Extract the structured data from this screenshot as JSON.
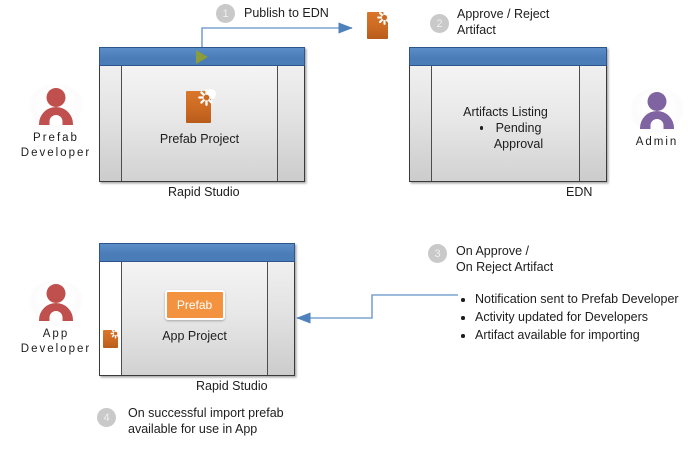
{
  "diagram": {
    "title": "Prefab publish and import workflow",
    "colors": {
      "titlebar_blue": "#4a7cb8",
      "titlebar_border": "#2f568c",
      "artifact_orange": "#cc6a22",
      "prefab_badge_orange": "#f4933f",
      "actor_red": "#c0504d",
      "actor_purple": "#8064a2",
      "arrow_blue": "#4f81bd",
      "play_green": "#8b9c3a",
      "step_circle_gray": "#c9c9c9"
    }
  },
  "actors": [
    {
      "id": "prefab-developer",
      "label": "Prefab\nDeveloper",
      "color": "#c0504d",
      "icon": "person-icon"
    },
    {
      "id": "app-developer",
      "label": "App\nDeveloper",
      "color": "#c0504d",
      "icon": "person-icon"
    },
    {
      "id": "admin",
      "label": "Admin",
      "color": "#8064a2",
      "icon": "person-icon"
    }
  ],
  "panels": [
    {
      "id": "prefab-project",
      "body_text": "Prefab Project",
      "caption": "Rapid Studio",
      "titlebar_icon": "play-icon",
      "content_icon": "artifact-icon"
    },
    {
      "id": "edn",
      "body_text": "Artifacts Listing",
      "body_bullet": "Pending\nApproval",
      "caption": "EDN",
      "titlebar_icon": "none"
    },
    {
      "id": "app-project",
      "body_text": "App  Project",
      "caption": "Rapid Studio",
      "badge_label": "Prefab",
      "sidebar_icon": "artifact-icon"
    }
  ],
  "steps": [
    {
      "number": "1",
      "label": "Publish to EDN"
    },
    {
      "number": "2",
      "label": "Approve / Reject\nArtifact"
    },
    {
      "number": "3",
      "label": "On Approve /\nOn Reject Artifact"
    },
    {
      "number": "4",
      "label": "On successful import prefab\navailable for use in App"
    }
  ],
  "outcomes": {
    "items": [
      "Notification sent to Prefab Developer",
      "Activity updated for Developers",
      "Artifact available for importing"
    ]
  }
}
